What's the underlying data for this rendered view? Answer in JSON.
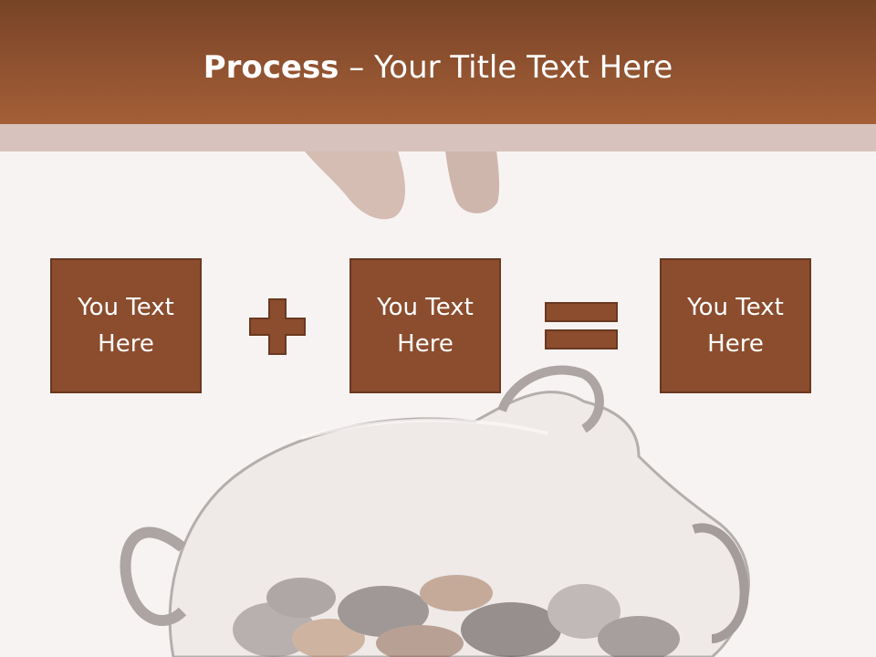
{
  "title": {
    "bold": "Process",
    "rest": " – Your Title Text Here"
  },
  "boxes": [
    {
      "label": "You Text Here"
    },
    {
      "label": "You Text Here"
    },
    {
      "label": "You Text Here"
    }
  ],
  "icons": {
    "plus": "plus-icon",
    "equals": "equals-icon"
  },
  "colors": {
    "header_top": "#774427",
    "header_bottom": "#a45f37",
    "box_fill": "#8b4d2e",
    "box_border": "#6a3820",
    "background": "#f7f3f2"
  }
}
